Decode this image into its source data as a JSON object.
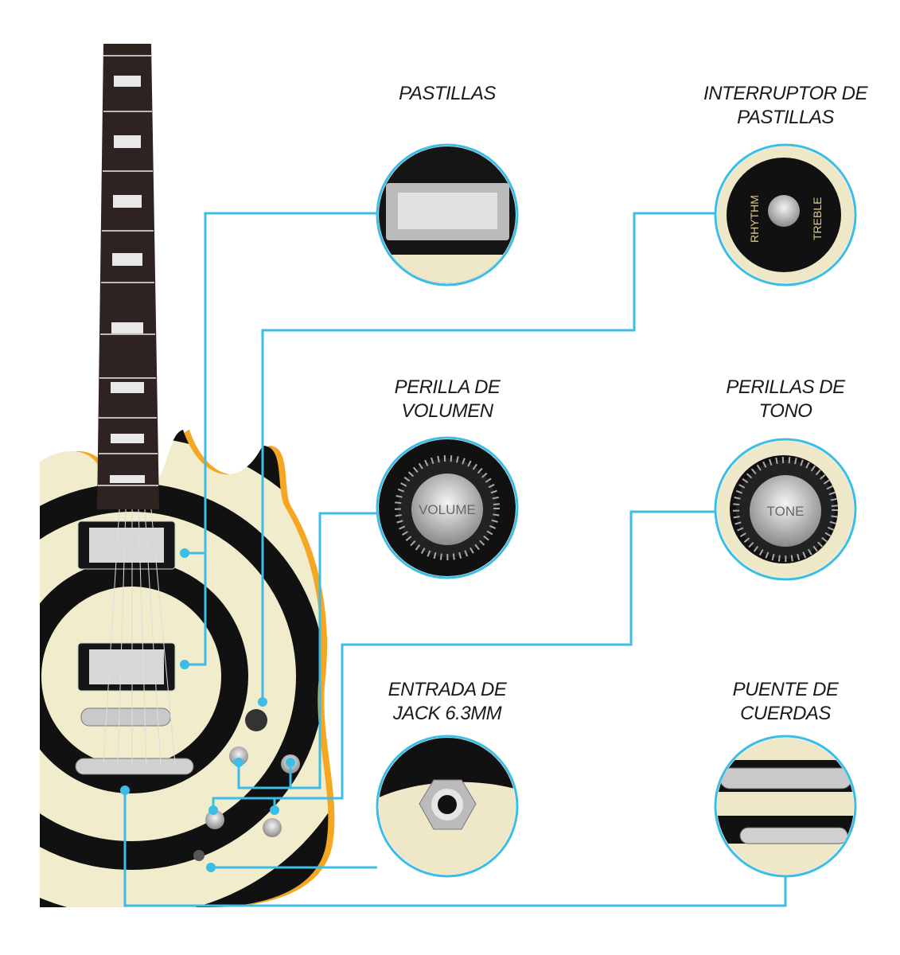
{
  "accent_color": "#3cbde6",
  "callouts": {
    "pickups": {
      "line1": "PASTILLAS"
    },
    "switch": {
      "line1": "INTERRUPTOR DE",
      "line2": "PASTILLAS",
      "photo_text_1": "RHYTHM",
      "photo_text_2": "TREBLE"
    },
    "volume": {
      "line1": "PERILLA DE",
      "line2": "VOLUMEN",
      "photo_text": "VOLUME"
    },
    "tone": {
      "line1": "PERILLAS DE",
      "line2": "TONO",
      "photo_text": "TONE"
    },
    "jack": {
      "line1": "ENTRADA DE",
      "line2": "JACK 6.3MM"
    },
    "bridge": {
      "line1": "PUENTE DE",
      "line2": "CUERDAS"
    }
  }
}
